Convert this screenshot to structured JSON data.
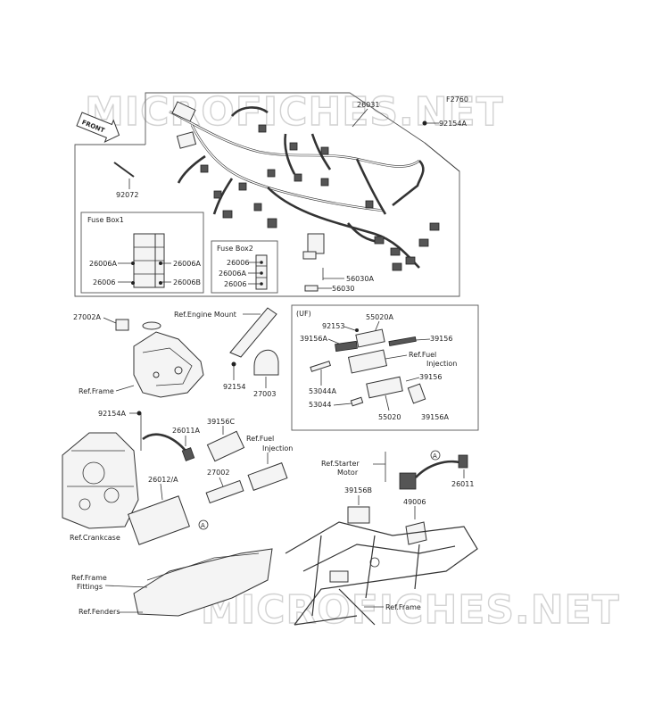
{
  "watermark": {
    "text": "MICROFICHES.NET"
  },
  "figure_code": "F2760",
  "front_arrow": "FRONT",
  "fuse_box1": {
    "title": "Fuse Box1",
    "labels": [
      "26006A",
      "26006A",
      "26006",
      "26006B"
    ]
  },
  "fuse_box2": {
    "title": "Fuse Box2",
    "labels": [
      "26006",
      "26006A",
      "26006"
    ]
  },
  "uf_box": {
    "title": "(UF)",
    "labels": {
      "p92153": "92153",
      "p55020A": "55020A",
      "p39156A": "39156A",
      "p39156_top": "39156",
      "ref_fuel_injection_1": "Ref.Fuel",
      "ref_fuel_injection_2": "Injection",
      "p53044A": "53044A",
      "p39156_mid": "39156",
      "p53044": "53044",
      "p55020": "55020",
      "p39156A_bot": "39156A"
    }
  },
  "parts": {
    "p26031": "26031",
    "p92154A_top": "92154A",
    "p92072": "92072",
    "p56030A": "56030A",
    "p56030": "56030",
    "p27002A": "27002A",
    "ref_engine_mount": "Ref.Engine Mount",
    "ref_frame_left": "Ref.Frame",
    "p92154": "92154",
    "p27003": "27003",
    "p92154A_mid": "92154A",
    "p26011A": "26011A",
    "p39156C": "39156C",
    "ref_fuel_injection_a": "Ref.Fuel",
    "ref_fuel_injection_b": "Injection",
    "ref_starter_motor_a": "Ref.Starter",
    "ref_starter_motor_b": "Motor",
    "p26012A": "26012/A",
    "p27002": "27002",
    "p26011": "26011",
    "p39156B": "39156B",
    "p49006": "49006",
    "ref_crankcase": "Ref.Crankcase",
    "ref_frame_fittings_a": "Ref.Frame",
    "ref_frame_fittings_b": "Fittings",
    "ref_fenders": "Ref.Fenders",
    "ref_frame_bottom": "Ref.Frame",
    "circle_a1": "A",
    "circle_a2": "A"
  }
}
